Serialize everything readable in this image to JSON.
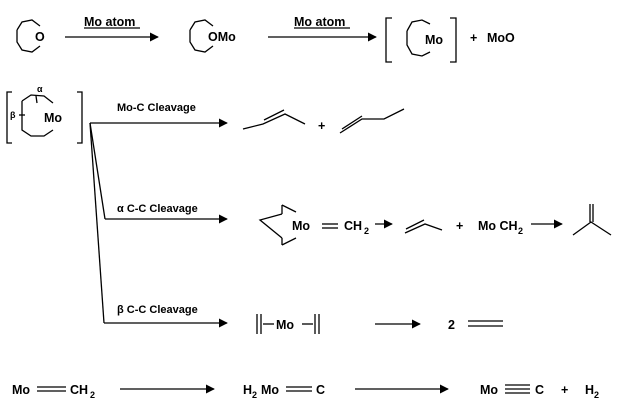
{
  "labels": {
    "row1_arrow1": "Mo atom",
    "row1_arrow2": "Mo atom",
    "ring_o": "O",
    "ring_omo": "OMo",
    "ring_mo": "Mo",
    "moo": "MoO",
    "plus": "+",
    "greek_alpha": "α",
    "greek_beta": "β",
    "moc_cleavage": "Mo-C Cleavage",
    "alpha_cleavage": "α C-C Cleavage",
    "beta_cleavage": "β C-C Cleavage",
    "mo_eq_ch2_mo": "Mo",
    "mo_eq_ch2_ch2": "CH",
    "mo_eq_ch2_sub": "2",
    "moch2_mo": "Mo CH",
    "moch2_sub": "2",
    "beta_mo": "Mo",
    "coef_2": "2",
    "r5_mo": "Mo",
    "r5_ch": "CH",
    "r5_ch_sub": "2",
    "r5_h": "H",
    "r5_h_sub": "2",
    "r5_mo2": "Mo",
    "r5_c": "C",
    "r5_mo3": "Mo",
    "r5_c2": "C",
    "r5_h2": "H",
    "r5_h2_sub": "2"
  }
}
